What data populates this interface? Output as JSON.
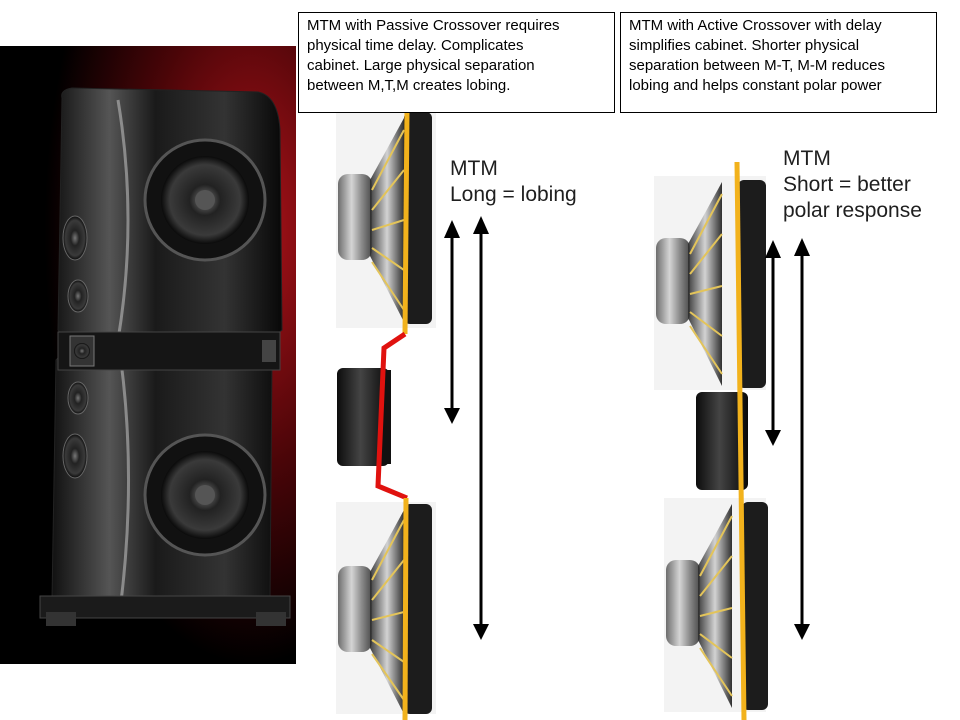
{
  "left_box": {
    "line1": "MTM with Passive Crossover requires",
    "line2": "physical time delay. Complicates",
    "line3": "cabinet.  Large physical separation",
    "line4": "between M,T,M creates  lobing."
  },
  "right_box": {
    "line1": "MTM with Active Crossover with delay",
    "line2": "simplifies cabinet. Shorter physical",
    "line3": "separation between M-T, M-M reduces",
    "line4": "lobing and helps constant polar power"
  },
  "left_label": {
    "line1": "MTM",
    "line2": "Long = lobing"
  },
  "right_label": {
    "line1": "MTM",
    "line2": "Short = better",
    "line3": "polar response"
  },
  "colors": {
    "baffle_yellow": "#f2b21c",
    "baffle_red": "#e0120f",
    "arrow": "#000000"
  }
}
